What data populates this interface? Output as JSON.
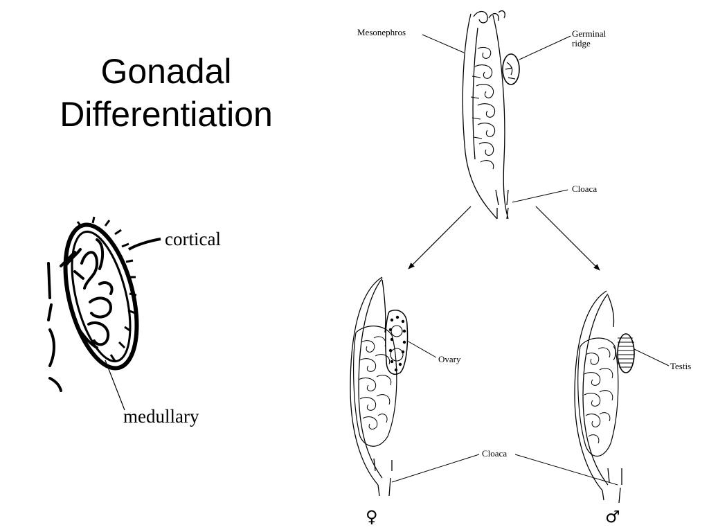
{
  "slide": {
    "title_line1": "Gonadal",
    "title_line2": "Differentiation"
  },
  "inset": {
    "cortical_label": "cortical",
    "medullary_label": "medullary"
  },
  "diagram": {
    "mesonephros_label": "Mesonephros",
    "germinal_ridge_line1": "Germinal",
    "germinal_ridge_line2": "ridge",
    "cloaca_top_label": "Cloaca",
    "ovary_label": "Ovary",
    "testis_label": "Testis",
    "cloaca_bottom_label": "Cloaca",
    "female_symbol": "♀",
    "male_symbol": "♂"
  }
}
